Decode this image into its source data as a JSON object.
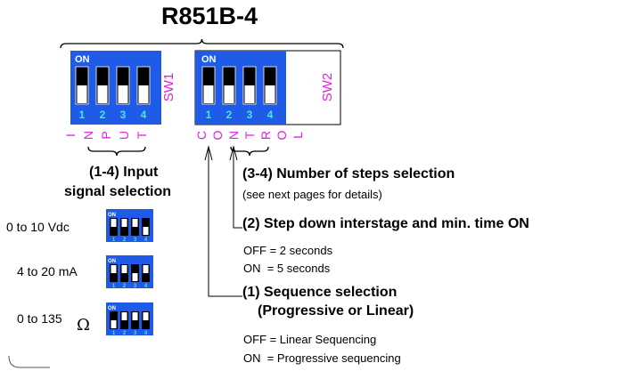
{
  "title": "R851B-4",
  "colors": {
    "switch_blue": "#1f5be6",
    "label_magenta": "#e61ee6",
    "number_cyan": "#4fe0ee",
    "line": "#000000"
  },
  "sw1": {
    "on_label": "ON",
    "name": "SW1",
    "positions": [
      "1",
      "2",
      "3",
      "4"
    ],
    "group_label": "INPUT",
    "group_letters": [
      "I",
      "N",
      "P",
      "U",
      "T"
    ]
  },
  "sw2": {
    "on_label": "ON",
    "name": "SW2",
    "positions": [
      "1",
      "2",
      "3",
      "4"
    ],
    "group_label": "CONTROL",
    "group_letters": [
      "C",
      "O",
      "N",
      "T",
      "R",
      "O",
      "L"
    ]
  },
  "input_selection": {
    "heading_line1": "(1-4) Input",
    "heading_line2": "signal selection",
    "options": [
      {
        "label": "0 to 10 Vdc",
        "on_label": "ON",
        "numbers": [
          "1",
          "2",
          "3",
          "4"
        ],
        "switch_states": [
          "up",
          "up",
          "up",
          "down"
        ]
      },
      {
        "label": "4 to 20 mA",
        "on_label": "ON",
        "numbers": [
          "1",
          "2",
          "3",
          "4"
        ],
        "switch_states": [
          "up",
          "up",
          "down",
          "up"
        ]
      },
      {
        "label": "0 to 135",
        "unit": "Ω",
        "on_label": "ON",
        "numbers": [
          "1",
          "2",
          "3",
          "4"
        ],
        "switch_states": [
          "down",
          "up",
          "up",
          "up"
        ]
      }
    ]
  },
  "control_notes": {
    "steps_heading": "(3-4) Number of steps selection",
    "steps_sub": "(see next pages for details)",
    "stepdown_heading": "(2) Step down interstage and min. time ON",
    "stepdown_off": "OFF = 2 seconds",
    "stepdown_on": "ON  = 5 seconds",
    "sequence_heading_line1": "(1) Sequence selection",
    "sequence_heading_line2": "(Progressive or Linear)",
    "sequence_off": "OFF = Linear Sequencing",
    "sequence_on": "ON  = Progressive sequencing"
  }
}
